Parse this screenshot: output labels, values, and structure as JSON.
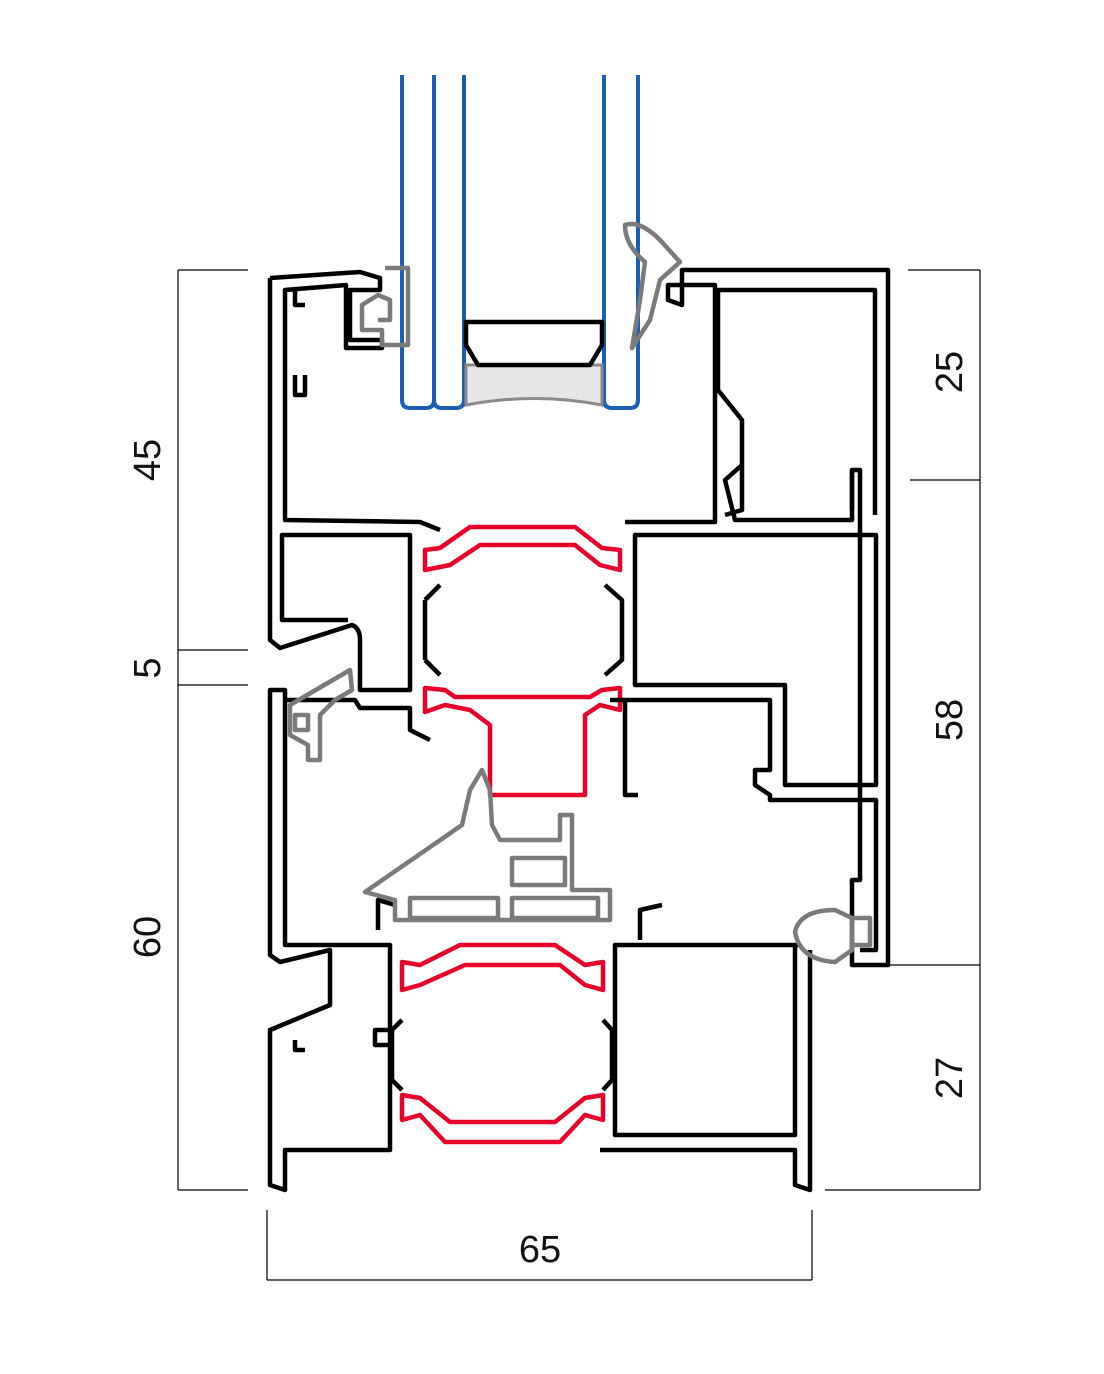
{
  "dimensions": {
    "left_top": "45",
    "left_middle": "5",
    "left_bottom": "60",
    "right_top": "25",
    "right_middle": "58",
    "right_bottom": "27",
    "bottom_width": "65"
  },
  "colors": {
    "profile": "#000000",
    "thermal_break": "#e8002a",
    "gasket": "#7a7a7a",
    "glass": "#1a5fb4",
    "spacer_fill": "#e6e6e6"
  }
}
